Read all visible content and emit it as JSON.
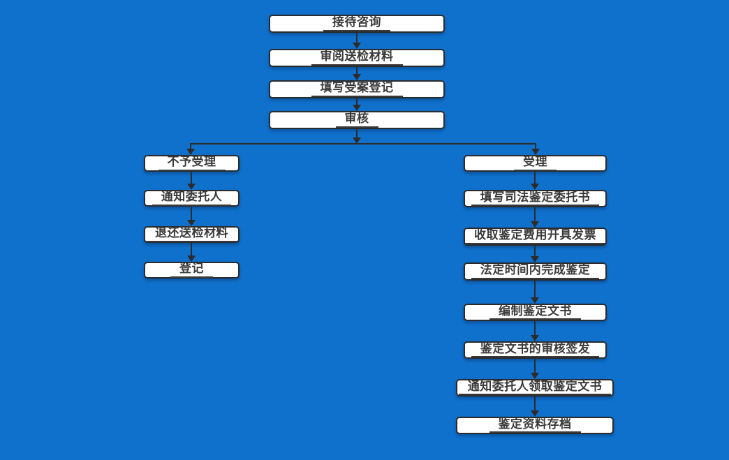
{
  "diagram": {
    "type": "flowchart",
    "colors": {
      "background": "#0f71cc",
      "node_fill": "#ffffff",
      "node_border": "#2b2b2b",
      "text": "#3a3a3a",
      "connector": "#2b2b2b"
    },
    "intake_steps": [
      "接待咨询",
      "审阅送检材料",
      "填写受案登记",
      "审核"
    ],
    "rejection_branch": [
      "不予受理",
      "通知委托人",
      "退还送检材料",
      "登记"
    ],
    "acceptance_branch": [
      "受理",
      "填写司法鉴定委托书",
      "收取鉴定费用开具发票",
      "法定时间内完成鉴定",
      "编制鉴定文书",
      "鉴定文书的审核签发",
      "通知委托人领取鉴定文书",
      "鉴定资料存档"
    ]
  }
}
